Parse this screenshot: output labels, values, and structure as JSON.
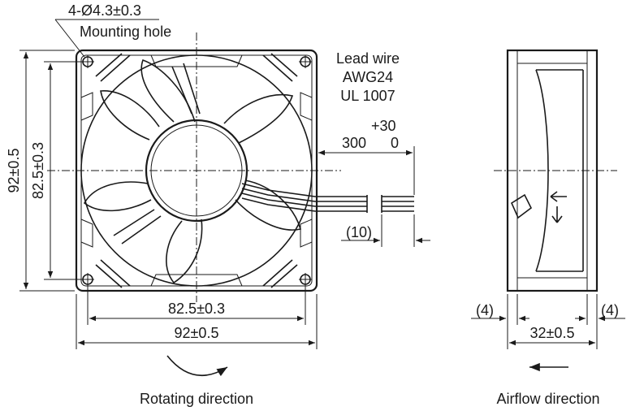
{
  "front_view": {
    "mounting_hole_spec": "4-Ø4.3±0.3",
    "mounting_hole_label": "Mounting hole",
    "lead_wire": {
      "line1": "Lead wire",
      "line2": "AWG24",
      "line3": "UL 1007"
    },
    "lead_length": "300",
    "lead_tol_upper": "+30",
    "lead_tol_lower": "0",
    "strip_length": "(10)",
    "height_outer": "92±0.5",
    "height_holes": "82.5±0.3",
    "width_holes": "82.5±0.3",
    "width_outer": "92±0.5",
    "caption": "Rotating direction"
  },
  "side_view": {
    "flange_left": "(4)",
    "flange_right": "(4)",
    "depth": "32±0.5",
    "caption": "Airflow direction"
  }
}
